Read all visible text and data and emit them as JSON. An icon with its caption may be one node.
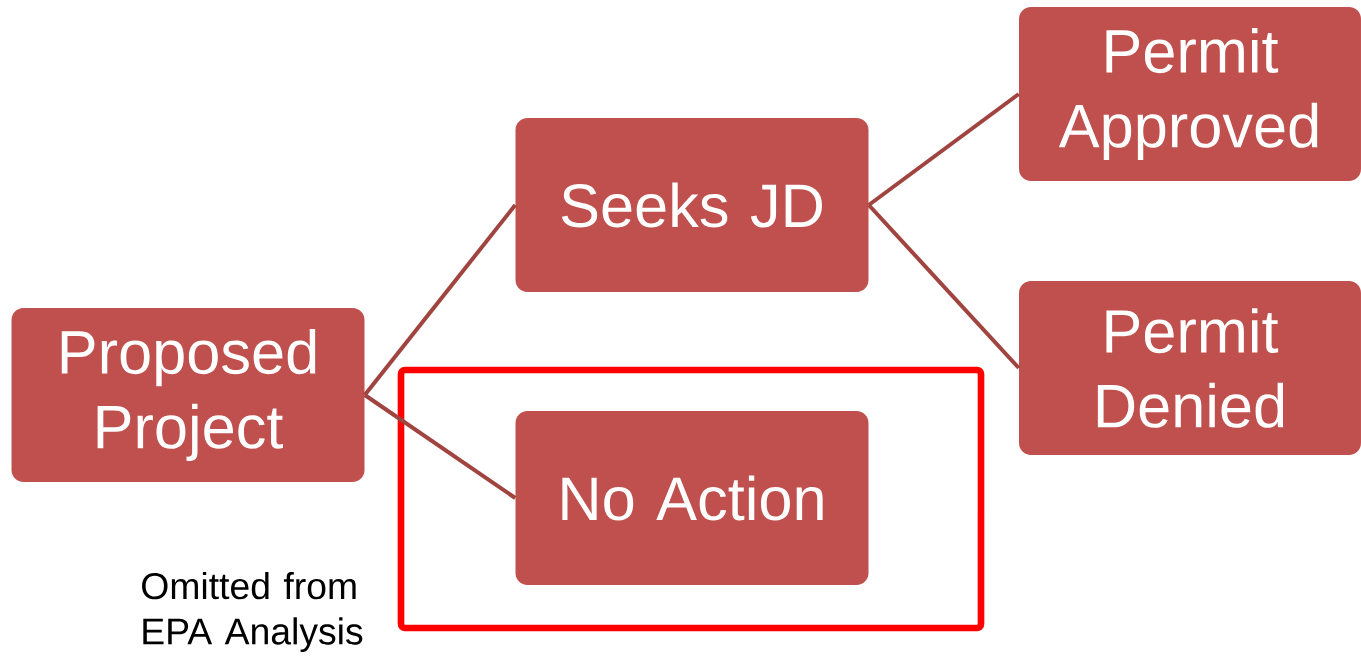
{
  "diagram": {
    "nodes": [
      {
        "text": [
          "Proposed Project"
        ]
      },
      {
        "text": [
          "Seeks JD"
        ]
      },
      {
        "text": [
          "Omitted from EPA Analysis"
        ]
      },
      {
        "text": [
          "No Action"
        ],
        "in": 2
      },
      {
        "text": [
          "Permit Approved"
        ]
      },
      {
        "text": [
          "Permit Denied"
        ]
      }
    ],
    "edges": [
      {
        "from": 0,
        "to": 1,
        "arrow": "none"
      },
      {
        "from": 0,
        "to": 3,
        "arrow": "none"
      },
      {
        "from": 1,
        "to": 4,
        "arrow": "none"
      },
      {
        "from": 1,
        "to": 5,
        "arrow": "none"
      }
    ]
  }
}
